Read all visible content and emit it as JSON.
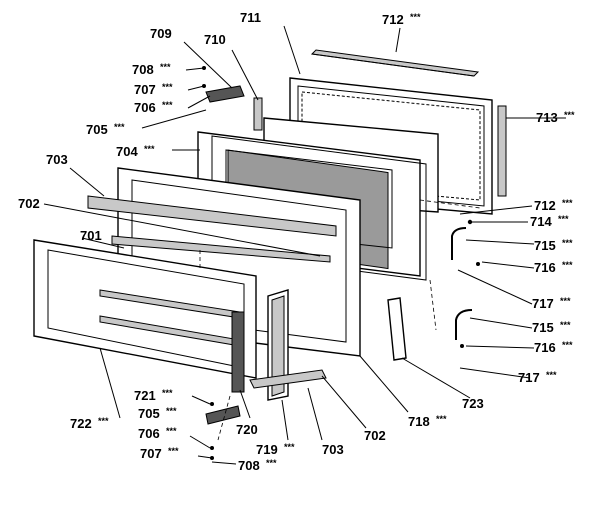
{
  "diagram": {
    "labels": [
      {
        "id": "lbl-711",
        "text": "711"
      },
      {
        "id": "lbl-712-top",
        "text": "712",
        "stars": "***"
      },
      {
        "id": "lbl-709",
        "text": "709"
      },
      {
        "id": "lbl-710",
        "text": "710"
      },
      {
        "id": "lbl-708-top",
        "text": "708",
        "stars": "***"
      },
      {
        "id": "lbl-707-top",
        "text": "707",
        "stars": "***"
      },
      {
        "id": "lbl-706-top",
        "text": "706",
        "stars": "***"
      },
      {
        "id": "lbl-705-top",
        "text": "705",
        "stars": "***"
      },
      {
        "id": "lbl-713",
        "text": "713",
        "stars": "***"
      },
      {
        "id": "lbl-704",
        "text": "704",
        "stars": "***"
      },
      {
        "id": "lbl-703-left",
        "text": "703"
      },
      {
        "id": "lbl-702-left",
        "text": "702"
      },
      {
        "id": "lbl-712-right",
        "text": "712",
        "stars": "***"
      },
      {
        "id": "lbl-714",
        "text": "714",
        "stars": "***"
      },
      {
        "id": "lbl-701",
        "text": "701"
      },
      {
        "id": "lbl-715-top",
        "text": "715",
        "stars": "***"
      },
      {
        "id": "lbl-716-top",
        "text": "716",
        "stars": "***"
      },
      {
        "id": "lbl-717-top",
        "text": "717",
        "stars": "***"
      },
      {
        "id": "lbl-715-bottom",
        "text": "715",
        "stars": "***"
      },
      {
        "id": "lbl-716-bottom",
        "text": "716",
        "stars": "***"
      },
      {
        "id": "lbl-717-bottom",
        "text": "717",
        "stars": "***"
      },
      {
        "id": "lbl-723",
        "text": "723"
      },
      {
        "id": "lbl-721",
        "text": "721",
        "stars": "***"
      },
      {
        "id": "lbl-705-bottom",
        "text": "705",
        "stars": "***"
      },
      {
        "id": "lbl-722",
        "text": "722",
        "stars": "***"
      },
      {
        "id": "lbl-720",
        "text": "720"
      },
      {
        "id": "lbl-706-bottom",
        "text": "706",
        "stars": "***"
      },
      {
        "id": "lbl-707-bottom",
        "text": "707",
        "stars": "***"
      },
      {
        "id": "lbl-708-bottom",
        "text": "708",
        "stars": "***"
      },
      {
        "id": "lbl-719",
        "text": "719",
        "stars": "***"
      },
      {
        "id": "lbl-703-bottom",
        "text": "703"
      },
      {
        "id": "lbl-702-bottom",
        "text": "702"
      },
      {
        "id": "lbl-718",
        "text": "718",
        "stars": "***"
      }
    ]
  }
}
